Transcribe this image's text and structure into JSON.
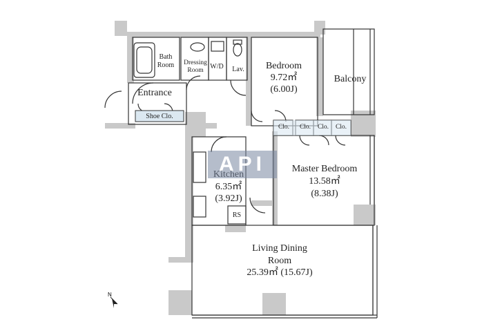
{
  "rooms": {
    "bath_room": "Bath\nRoom",
    "dressing_room": "Dressing\nRoom",
    "wd": "W/D",
    "lav": "Lav.",
    "entrance": "Entrance",
    "shoe_closet": "Shoe Clo.",
    "bedroom": {
      "name": "Bedroom",
      "area": "9.72㎡",
      "jo": "(6.00J)"
    },
    "balcony": "Balcony",
    "closet_label": "Clo.",
    "master_bedroom": {
      "name": "Master Bedroom",
      "area": "13.58㎡",
      "jo": "(8.38J)"
    },
    "kitchen": {
      "name": "Kitchen",
      "area": "6.35㎡",
      "jo": "(3.92J)"
    },
    "rs": "RS",
    "living_dining": {
      "name": "Living Dining",
      "name2": "Room",
      "area": "25.39㎡ (15.67J)"
    }
  },
  "watermark": "API",
  "compass": {
    "label": "N",
    "icon": "north-arrow-icon"
  },
  "colors": {
    "wall": "#c8c8c8",
    "line": "#333333",
    "tile": "#dbe8f1",
    "watermark": "#7887a0"
  }
}
